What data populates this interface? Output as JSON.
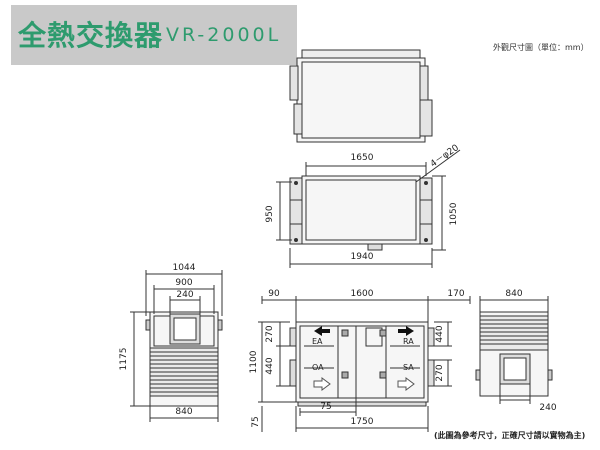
{
  "header": {
    "title": "全熱交換器",
    "model": "VR-2000L",
    "subtitle": "外觀尺寸圖（單位：mm）"
  },
  "footnote": "(此圖為參考尺寸，正確尺寸請以實物為主)",
  "top_view": {
    "dim_width": "1650",
    "dim_height": "950",
    "dim_height_outer": "1050",
    "dim_width_outer": "1940",
    "hole_spec": "4－φ20"
  },
  "left_view": {
    "dim_top_outer": "1044",
    "dim_top_inner": "900",
    "dim_duct": "240",
    "dim_height": "1175",
    "dim_bottom": "840"
  },
  "center_view": {
    "dim_left": "90",
    "dim_mid": "1600",
    "dim_right": "170",
    "dim_h_upper": "270",
    "dim_h_lower": "440",
    "dim_h_total": "1100",
    "dim_bottom_inner": "75",
    "dim_bottom_total": "1750",
    "dim_bottom_left": "75",
    "dim_r_upper": "440",
    "dim_r_lower": "270",
    "labels": {
      "ea": "EA",
      "ra": "RA",
      "oa": "OA",
      "sa": "SA"
    }
  },
  "right_view": {
    "dim_top": "840",
    "dim_duct": "240"
  }
}
